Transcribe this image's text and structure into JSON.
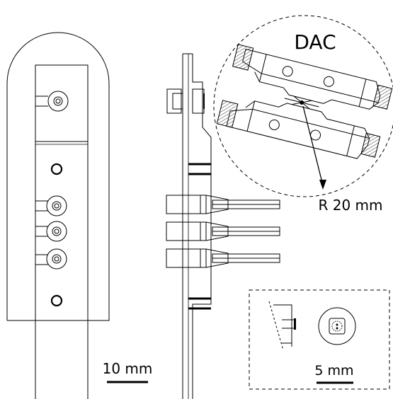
{
  "labels": {
    "dac": "DAC",
    "radius": "R 20 mm",
    "scale_main": "10 mm",
    "scale_inset": "5 mm"
  },
  "colors": {
    "line": "#000000",
    "hatch": "#555555",
    "background": "#ffffff"
  }
}
